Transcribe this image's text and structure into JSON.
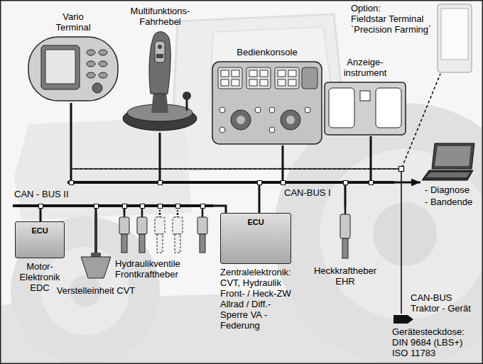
{
  "diagram": {
    "nodes": [
      {
        "text": [
          "Vario Terminal"
        ]
      },
      {
        "text": [
          "Multifunktions- Fahrhebel"
        ]
      },
      {
        "text": [
          "Bedienkonsole"
        ]
      },
      {
        "text": [
          "Anzeige- instrument"
        ]
      },
      {
        "text": [
          "Option:",
          "Fieldstar Terminal `Precision Farming´"
        ]
      },
      {
        "text": [
          "- Diagnose",
          "- Bandende"
        ]
      },
      {
        "text": [
          "CAN-BUS I"
        ]
      },
      {
        "text": [
          "CAN - BUS II"
        ]
      },
      {
        "text": [
          "ECU",
          "Motor- Elektronik EDC"
        ]
      },
      {
        "text": [
          "Verstelleinheit CVT"
        ]
      },
      {
        "text": [
          "Hydraulikventile Frontkraftheber"
        ]
      },
      {
        "text": [
          "ECU",
          "Zentralelektronik: CVT, Hydraulik Front- / Heck-ZW Allrad / Diff.- Sperre VA - Federung"
        ]
      },
      {
        "text": [
          "Heckkraftheber EHR"
        ]
      },
      {
        "text": [
          "Gerätesteckdose: DIN 9684 (LBS+) ISO 11783"
        ]
      }
    ],
    "edges": [
      {
        "from": 0,
        "to": 6,
        "arrow": "none"
      },
      {
        "from": 1,
        "to": 6,
        "arrow": "none"
      },
      {
        "from": 2,
        "to": 6,
        "arrow": "none"
      },
      {
        "from": 3,
        "to": 6,
        "arrow": "none"
      },
      {
        "from": 6,
        "to": 5,
        "arrow": "to"
      },
      {
        "from": 11,
        "to": 6,
        "arrow": "none"
      },
      {
        "from": 12,
        "to": 6,
        "arrow": "none"
      },
      {
        "from": 8,
        "to": 7,
        "arrow": "none"
      },
      {
        "from": 9,
        "to": 7,
        "arrow": "none"
      },
      {
        "from": 10,
        "to": 7,
        "arrow": "none"
      },
      {
        "from": 11,
        "to": 7,
        "arrow": "none"
      },
      {
        "from": 0,
        "to": 4,
        "arrow": "none"
      },
      {
        "from": 0,
        "to": 13,
        "arrow": "none"
      }
    ],
    "labels": [
      "CAN-BUS Traktor - Gerät"
    ]
  }
}
